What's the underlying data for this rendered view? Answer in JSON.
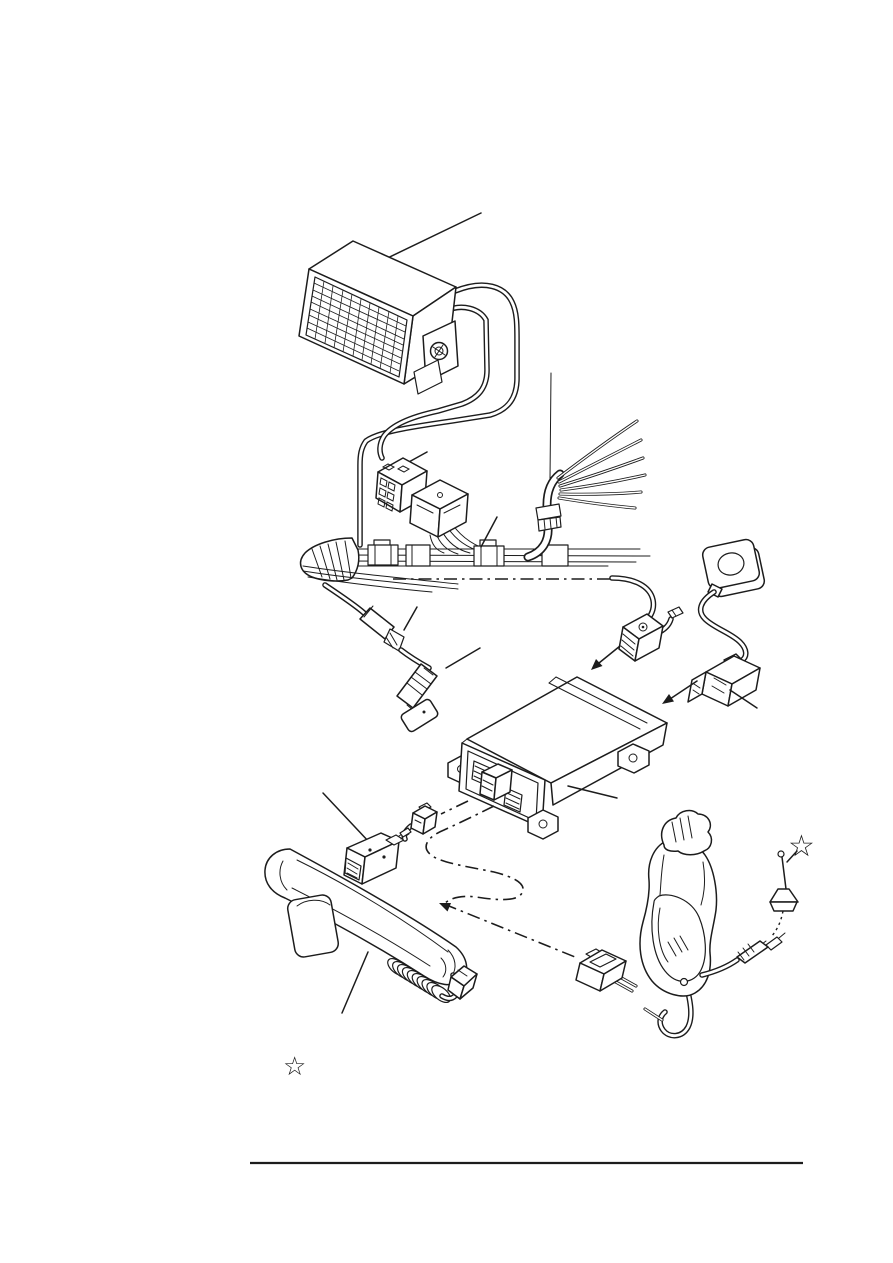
{
  "page": {
    "background_color": "#ffffff",
    "ink_color": "#1c1c1c",
    "footer_divider_present": true
  },
  "symbols": {
    "antenna_footnote_marker": "☆",
    "footnote_marker": "☆"
  },
  "diagram": {
    "type": "exploded-parts-wiring-diagram",
    "parts": [
      {
        "id": "speaker-unit"
      },
      {
        "id": "speaker-cable"
      },
      {
        "id": "harness-connector-pair"
      },
      {
        "id": "wiring-harness"
      },
      {
        "id": "loose-wire-leads"
      },
      {
        "id": "inline-connector-left"
      },
      {
        "id": "barrel-plug-with-tag"
      },
      {
        "id": "power-connector"
      },
      {
        "id": "mute-button-unit"
      },
      {
        "id": "accessory-connector"
      },
      {
        "id": "transceiver-unit"
      },
      {
        "id": "handset-adapter"
      },
      {
        "id": "modular-jack"
      },
      {
        "id": "handset"
      },
      {
        "id": "coiled-cord"
      },
      {
        "id": "handset-plug"
      },
      {
        "id": "inline-cable-connector"
      },
      {
        "id": "hang-up-cup"
      },
      {
        "id": "antenna"
      },
      {
        "id": "antenna-cable-connectors"
      }
    ]
  }
}
